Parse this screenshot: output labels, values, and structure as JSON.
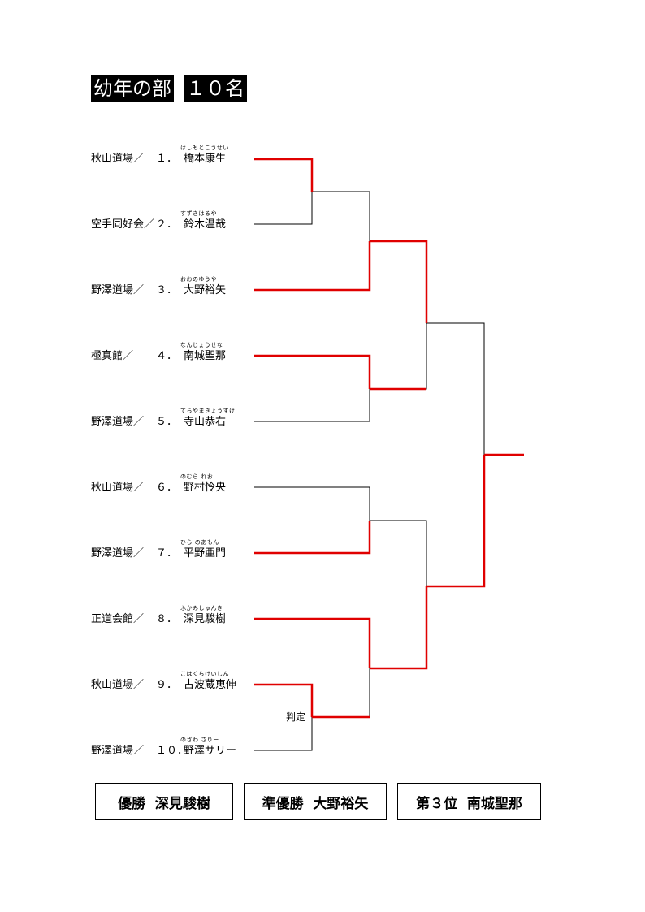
{
  "title": {
    "division": "幼年の部",
    "count": "１０名"
  },
  "bracket": {
    "decision_label": "判定",
    "entries": [
      {
        "dojo": "秋山道場／",
        "num": "１．",
        "ruby": "はしもとこうせい",
        "name": "橋本康生"
      },
      {
        "dojo": "空手同好会／",
        "num": "２．",
        "ruby": "すずきはるや",
        "name": "鈴木温哉"
      },
      {
        "dojo": "野澤道場／",
        "num": "３．",
        "ruby": "おおのゆうや",
        "name": "大野裕矢"
      },
      {
        "dojo": "極真館／",
        "num": "４．",
        "ruby": "なんじょうせな",
        "name": "南城聖那"
      },
      {
        "dojo": "野澤道場／",
        "num": "５．",
        "ruby": "てらやまきょうすけ",
        "name": "寺山恭右"
      },
      {
        "dojo": "秋山道場／",
        "num": "６．",
        "ruby": "のむら れお",
        "name": "野村怜央"
      },
      {
        "dojo": "野澤道場／",
        "num": "７．",
        "ruby": "ひら のあもん",
        "name": "平野亜門"
      },
      {
        "dojo": "正道会館／",
        "num": "８．",
        "ruby": "ふかみしゅんき",
        "name": "深見駿樹"
      },
      {
        "dojo": "秋山道場／",
        "num": "９．",
        "ruby": "こはくらけいしん",
        "name": "古波蔵恵伸"
      },
      {
        "dojo": "野澤道場／",
        "num": "１０．",
        "ruby": "のざわ さりー",
        "name": "野澤サリー"
      }
    ]
  },
  "results": {
    "champion": "優勝  深見駿樹",
    "runner_up": "準優勝  大野裕矢",
    "third": "第３位  南城聖那"
  },
  "colors": {
    "winner_line": "#e00000",
    "line": "#000000"
  }
}
